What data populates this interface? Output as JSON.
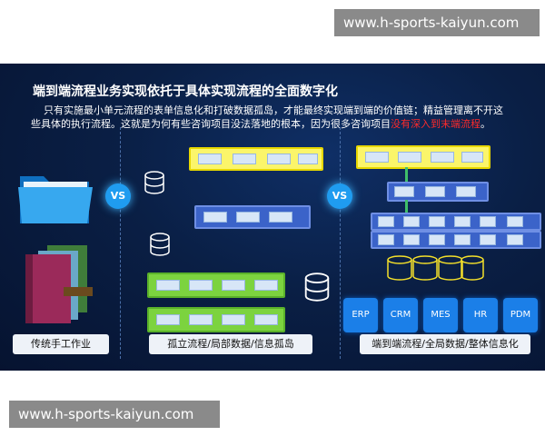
{
  "watermarks": {
    "top": "www.h-sports-kaiyun.com",
    "bottom": "www.h-sports-kaiyun.com"
  },
  "panel": {
    "title": "端到端流程业务实现依托于具体实现流程的全面数字化",
    "paragraph_line1": "只有实施最小单元流程的表单信息化和打破数据孤岛，才能最终实现端到端的价值链；精益管理离不开这",
    "paragraph_line2_prefix": "些具体的执行流程。这就是为何有些咨询项目没法落地的根本，因为很多咨询项目",
    "paragraph_highlight": "没有深入到末端流程",
    "paragraph_line2_suffix": "。"
  },
  "vs_labels": [
    "VS",
    "VS"
  ],
  "captions": {
    "left": "传统手工作业",
    "middle": "孤立流程/局部数据/信息孤岛",
    "right": "端到端流程/全局数据/整体信息化"
  },
  "systems": [
    "ERP",
    "CRM",
    "MES",
    "HR",
    "PDM"
  ],
  "colors": {
    "panel_bg": "#0a1f45",
    "highlight": "#ff2a2a",
    "vs_circle": "#1f9cf0",
    "system_box": "#1b7fe8",
    "flow_yellow": "#fbf56a",
    "flow_green": "#7cd33f",
    "flow_blue": "#3b63c9"
  },
  "icons": [
    "folder-icon",
    "binder-icon",
    "database-icon",
    "arrow-icon"
  ]
}
